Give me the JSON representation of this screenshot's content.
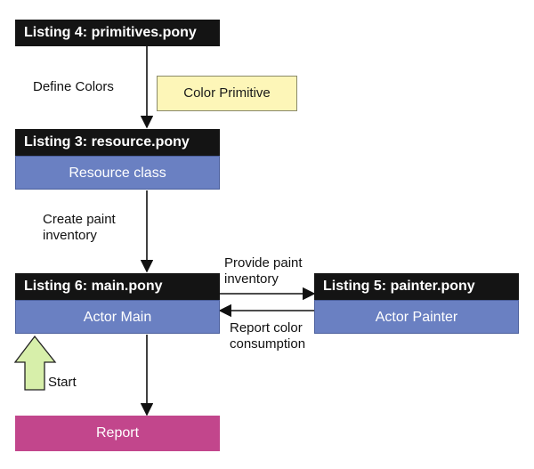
{
  "nodes": {
    "primitives": {
      "listing": "Listing 4:",
      "file": "primitives.pony"
    },
    "resource": {
      "listing": "Listing 3:",
      "file": "resource.pony",
      "body": "Resource class"
    },
    "main": {
      "listing": "Listing 6:",
      "file": "main.pony",
      "body": "Actor Main"
    },
    "painter": {
      "listing": "Listing 5:",
      "file": "painter.pony",
      "body": "Actor Painter"
    },
    "color_primitive": "Color Primitive",
    "report": "Report"
  },
  "edges": {
    "define_colors": "Define Colors",
    "create_paint_line1": "Create paint",
    "create_paint_line2": "inventory",
    "provide_paint_line1": "Provide paint",
    "provide_paint_line2": "inventory",
    "report_color_line1": "Report color",
    "report_color_line2": "consumption",
    "start": "Start"
  },
  "colors": {
    "header": "#141414",
    "class_box": "#6a80c2",
    "note": "#fdf6b8",
    "report": "#c2468c",
    "start_arrow": "#d7efaa"
  }
}
